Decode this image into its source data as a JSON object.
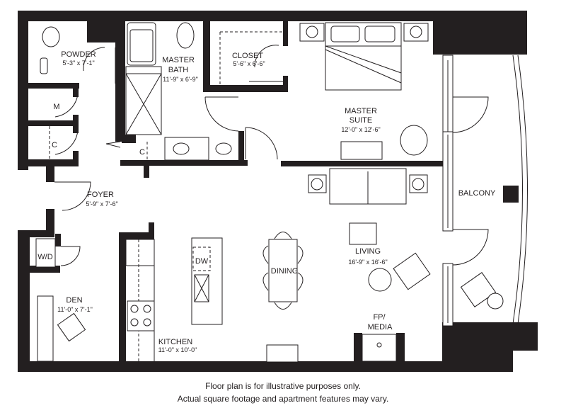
{
  "rooms": {
    "powder": {
      "name": "POWDER",
      "dims": "5'-3\" x 7'-1\""
    },
    "master_bath": {
      "name_line1": "MASTER",
      "name_line2": "BATH",
      "dims": "11'-9\" x 6'-9\""
    },
    "closet": {
      "name": "CLOSET",
      "dims": "5'-6\" x 6'-6\""
    },
    "master_suite": {
      "name_line1": "MASTER",
      "name_line2": "SUITE",
      "dims": "12'-0\" x 12'-6\""
    },
    "m_closet": {
      "name": "M"
    },
    "c_closet_1": {
      "name": "C"
    },
    "c_closet_2": {
      "name": "C"
    },
    "foyer": {
      "name": "FOYER",
      "dims": "5'-9\" x 7'-6\""
    },
    "balcony": {
      "name": "BALCONY"
    },
    "washer_dryer": {
      "name": "W/D"
    },
    "dishwasher": {
      "name": "DW"
    },
    "dining": {
      "name": "DINING"
    },
    "living": {
      "name": "LIVING",
      "dims": "16'-9\" x 16'-6\""
    },
    "den": {
      "name": "DEN",
      "dims": "11'-0\" x 7'-1\""
    },
    "kitchen": {
      "name": "KITCHEN",
      "dims": "11'-0\" x 10'-0\""
    },
    "fp_media": {
      "name_line1": "FP/",
      "name_line2": "MEDIA"
    }
  },
  "footer": {
    "line1": "Floor plan is for illustrative purposes only.",
    "line2": "Actual square footage and apartment features may vary."
  },
  "colors": {
    "wall": "#231f20",
    "background": "#ffffff"
  }
}
